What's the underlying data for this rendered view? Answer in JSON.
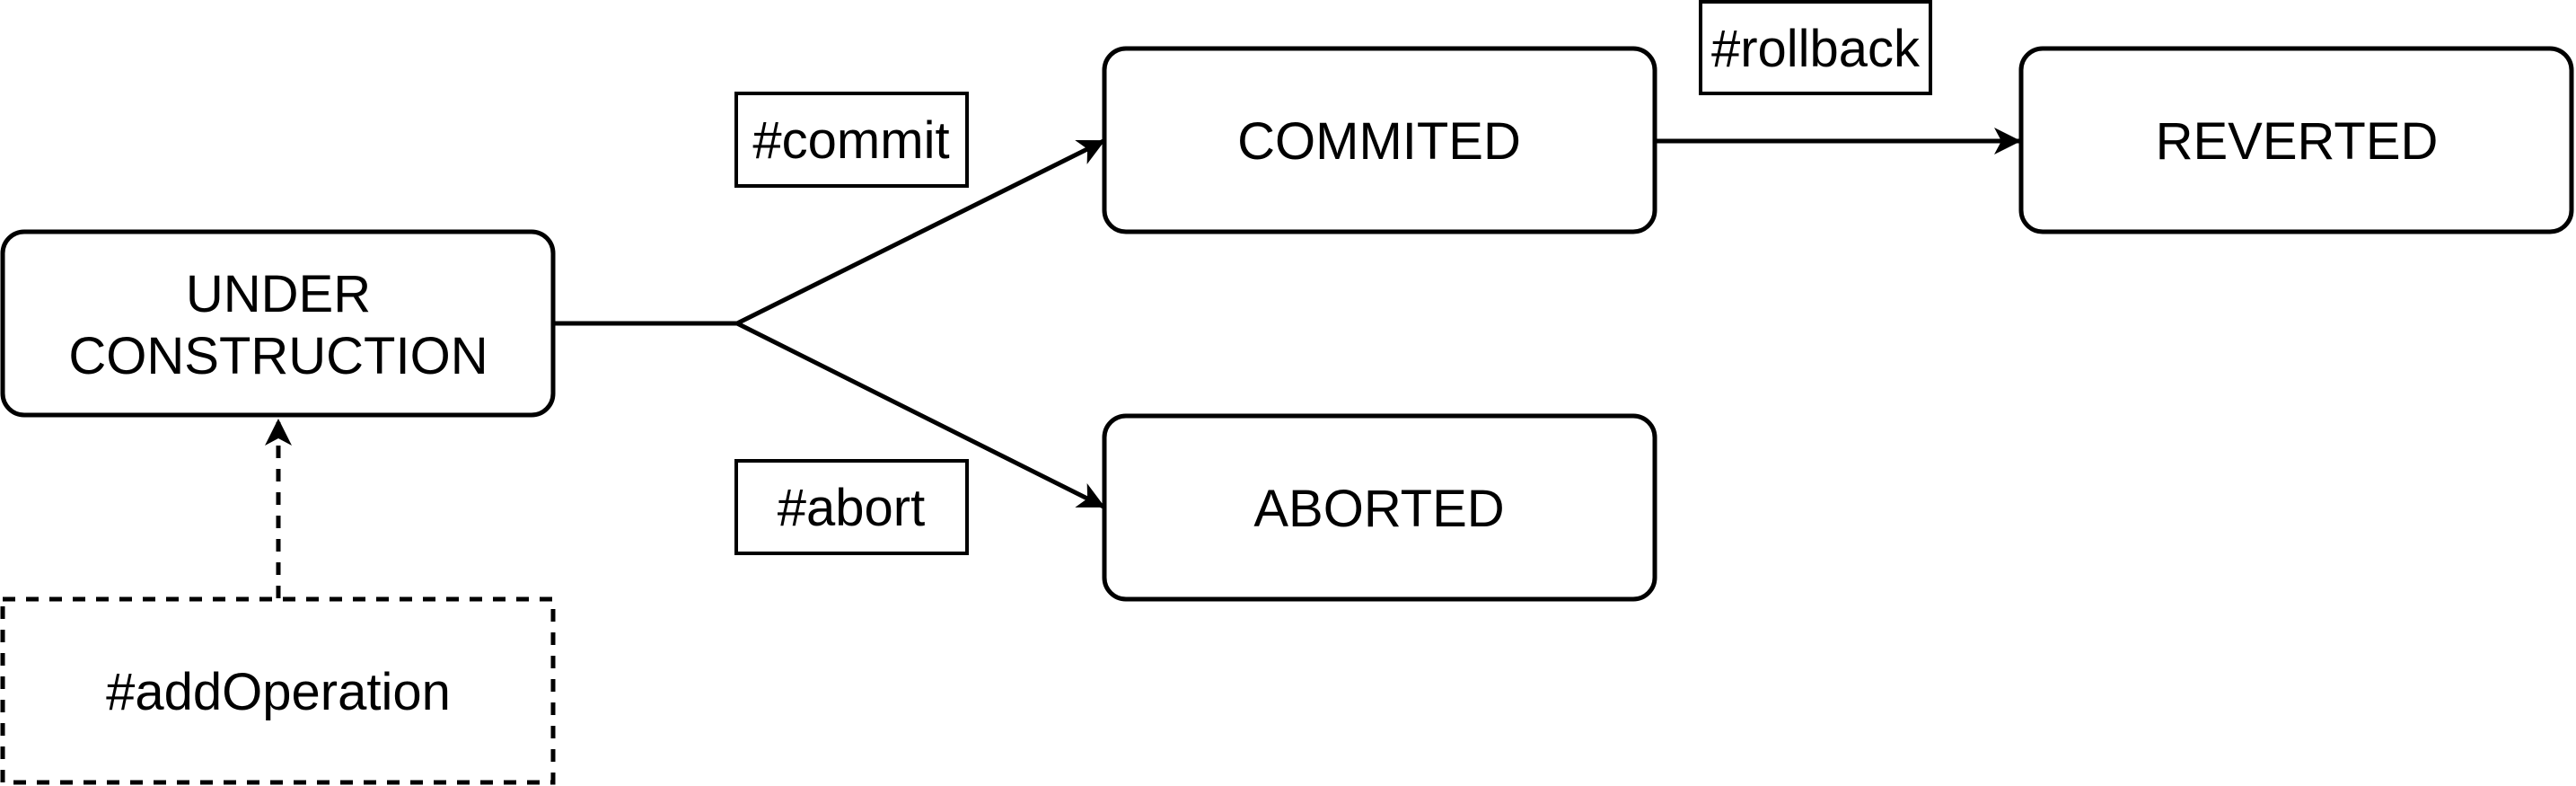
{
  "diagram": {
    "states": {
      "under_construction": {
        "line1": "UNDER",
        "line2": "CONSTRUCTION"
      },
      "commited": {
        "label": "COMMITED"
      },
      "aborted": {
        "label": "ABORTED"
      },
      "reverted": {
        "label": "REVERTED"
      }
    },
    "transitions": {
      "commit": "#commit",
      "abort": "#abort",
      "rollback": "#rollback",
      "add_operation": "#addOperation"
    },
    "colors": {
      "stroke": "#000000",
      "fill": "#ffffff",
      "text": "#000000"
    }
  }
}
